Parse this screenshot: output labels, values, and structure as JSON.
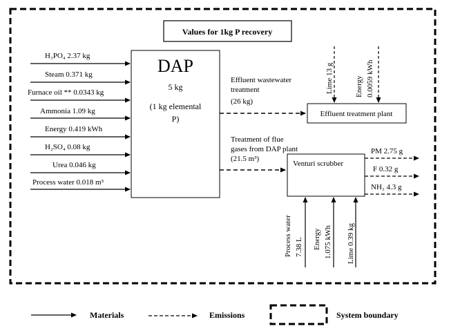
{
  "title": "Values for 1kg P recovery",
  "dap": {
    "name": "DAP",
    "amount": "5 kg",
    "note_line1": "(1 kg elemental",
    "note_line2": "P)"
  },
  "inputs": [
    "H₃PO₄ 2.37 kg",
    "Steam 0.371 kg",
    "Furnace oil ** 0.0343 kg",
    "Ammonia 1.09 kg",
    "Energy 0.419 kWh",
    "H₂SO₄ 0.08 kg",
    "Urea 0.046 kg",
    "Process water 0.018 m³"
  ],
  "effluent": {
    "flow_label_line1": "Effluent wastewater",
    "flow_label_line2": "treatment",
    "flow_label_line3": "(26 kg)",
    "plant": "Effluent treatment plant",
    "input_lime": "Lime 13 g",
    "input_energy_line1": "Energy",
    "input_energy_line2": "0.0059 kWh"
  },
  "flue": {
    "flow_label_line1": "Treatment of flue",
    "flow_label_line2": "gases from DAP plant",
    "flow_label_line3": "(21.5 m³)",
    "scrubber": "Venturi scrubber",
    "outputs": [
      "PM 2.75 g",
      "F 0.32 g",
      "NH₃ 4.3 g"
    ],
    "input_water_line1": "Process water",
    "input_water_line2": "7.38 L",
    "input_energy_line1": "Energy",
    "input_energy_line2": "1.075 kWh",
    "input_lime": "Lime 0.39 kg"
  },
  "legend": {
    "materials": "Materials",
    "emissions": "Emissions",
    "boundary": "System boundary"
  }
}
